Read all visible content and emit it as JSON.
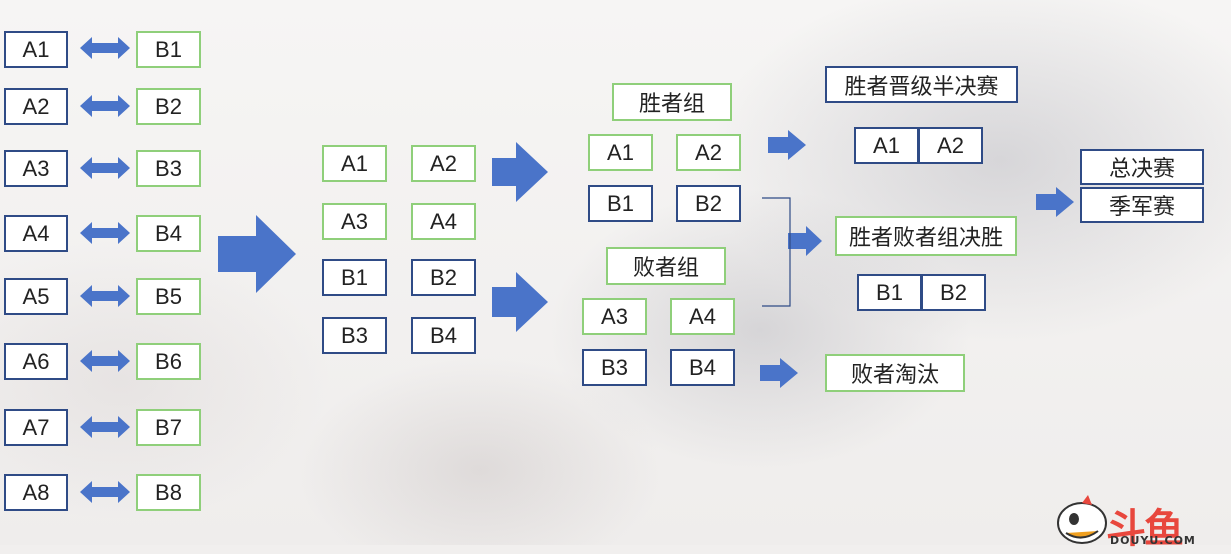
{
  "left_column": {
    "a": [
      "A1",
      "A2",
      "A3",
      "A4",
      "A5",
      "A6",
      "A7",
      "A8"
    ],
    "b": [
      "B1",
      "B2",
      "B3",
      "B4",
      "B5",
      "B6",
      "B7",
      "B8"
    ]
  },
  "round2": {
    "row1": [
      "A1",
      "A2"
    ],
    "row2": [
      "A3",
      "A4"
    ],
    "row3": [
      "B1",
      "B2"
    ],
    "row4": [
      "B3",
      "B4"
    ]
  },
  "winners_group": {
    "title": "胜者组",
    "row1": [
      "A1",
      "A2"
    ],
    "row2": [
      "B1",
      "B2"
    ]
  },
  "losers_group": {
    "title": "败者组",
    "row1": [
      "A3",
      "A4"
    ],
    "row2": [
      "B3",
      "B4"
    ]
  },
  "winners_semis": {
    "title": "胜者晋级半决赛",
    "pair": [
      "A1",
      "A2"
    ]
  },
  "mixed_final": {
    "title": "胜者败者组决胜",
    "pair": [
      "B1",
      "B2"
    ]
  },
  "eliminated": {
    "title": "败者淘汰"
  },
  "finals": {
    "grand_final": "总决赛",
    "third_place": "季军赛"
  },
  "colors": {
    "arrow": "#4a74c9",
    "blue_border": "#2f4b86",
    "green_border": "#8fcf7a",
    "logo": "#e8473d"
  },
  "logo": {
    "name": "douyu-logo-icon",
    "text": "斗鱼",
    "sub": "DOUYU.COM"
  }
}
